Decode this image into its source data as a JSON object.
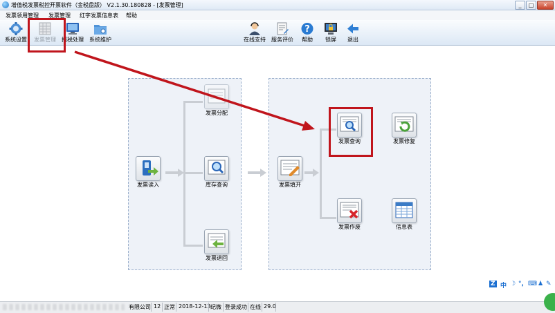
{
  "window": {
    "title": "增值税发票税控开票软件（金税盘版） V2.1.30.180828 - [发票管理]",
    "controls": {
      "minimize": "_",
      "maximize": "□",
      "close": "✕"
    }
  },
  "menu": [
    "发票领用管理",
    "发票管理",
    "红字发票信息表",
    "帮助"
  ],
  "toolbar": {
    "left": [
      {
        "label": "系统设置",
        "icon": "gear-icon"
      },
      {
        "label": "发票管理",
        "icon": "invoice-grid-icon"
      },
      {
        "label": "报税处理",
        "icon": "monitor-icon"
      },
      {
        "label": "系统维护",
        "icon": "folder-icon"
      }
    ],
    "right": [
      {
        "label": "在线支持",
        "icon": "support-person-icon"
      },
      {
        "label": "服务评价",
        "icon": "rating-icon"
      },
      {
        "label": "帮助",
        "icon": "help-icon"
      },
      {
        "label": "锁屏",
        "icon": "lock-screen-icon"
      },
      {
        "label": "退出",
        "icon": "exit-arrow-icon"
      }
    ]
  },
  "workflow": {
    "left_panel": {
      "source": "发票读入",
      "targets": [
        "发票分配",
        "库存查询",
        "发票退回"
      ]
    },
    "right_panel": {
      "source": "发票填开",
      "targets": [
        "发票查询",
        "发票修复",
        "发票作废",
        "信息表"
      ]
    }
  },
  "annotation": {
    "highlight_color": "#c0151c",
    "note": "red arrow from toolbar 发票管理 to 发票查询"
  },
  "status_bar": {
    "company": "有限公司",
    "number": "12",
    "state": "正常",
    "date": "2018-12-13",
    "user": "纪微",
    "login": "登录成功",
    "connection": "在线",
    "version": "29.0"
  },
  "ime_toolbar": {
    "mode": "中"
  }
}
